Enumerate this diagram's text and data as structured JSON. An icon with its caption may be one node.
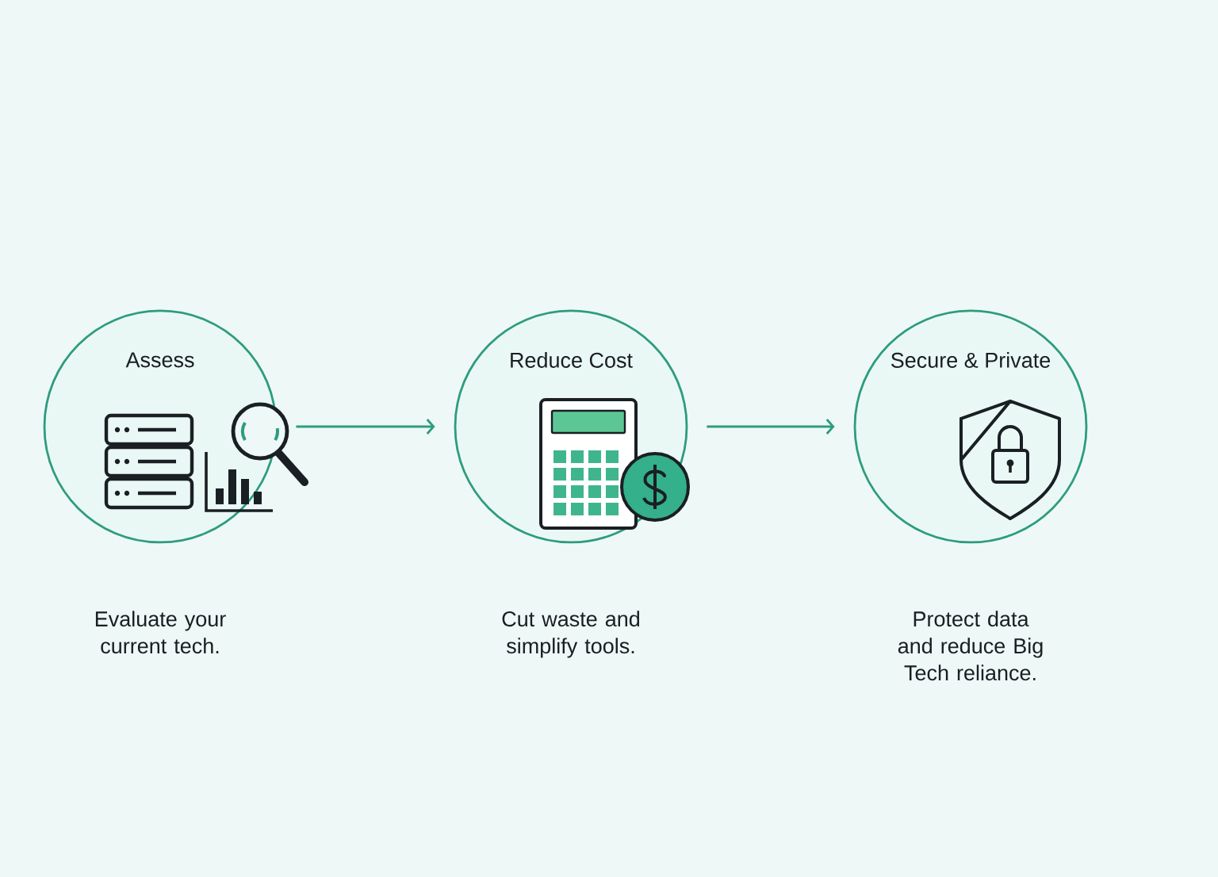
{
  "diagram": {
    "nodes": [
      {
        "text": [
          "Assess"
        ],
        "beside": [
          "Evaluate your current tech."
        ]
      },
      {
        "text": [
          "Reduce Cost"
        ],
        "beside": [
          "Cut waste and simplify tools."
        ]
      },
      {
        "text": [
          "Secure & Private"
        ],
        "beside": [
          "Protect data and reduce Big Tech reliance."
        ]
      }
    ],
    "edges": [
      {
        "from": 0,
        "to": 1,
        "arrow": "to"
      },
      {
        "from": 1,
        "to": 2,
        "arrow": "to"
      }
    ]
  }
}
